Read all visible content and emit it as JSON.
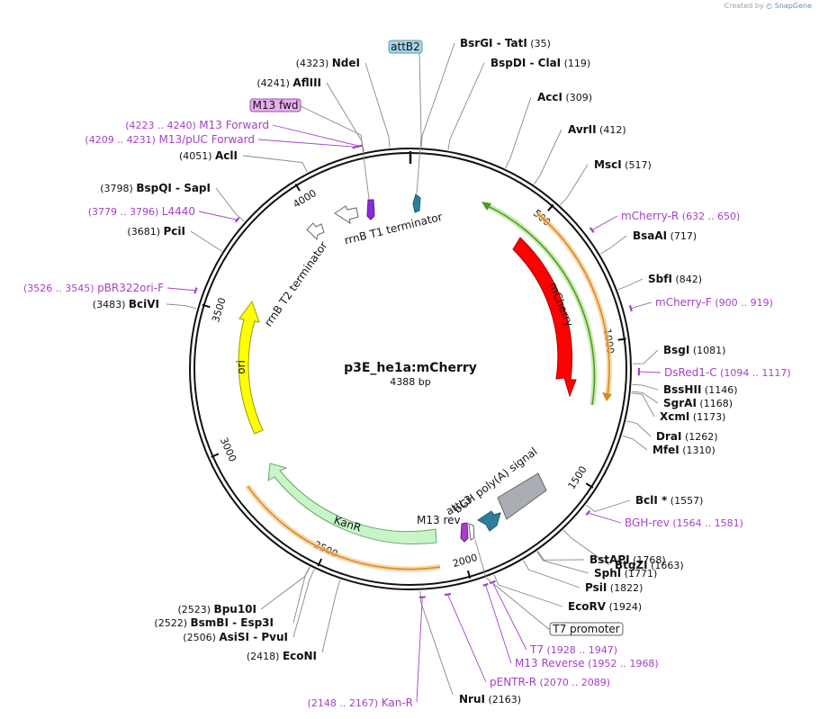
{
  "watermark": {
    "prefix": "Created by",
    "brand": "SnapGene"
  },
  "plasmid": {
    "name": "p3E_he1a:mCherry",
    "length_label": "4388 bp",
    "length": 4388
  },
  "ticks": [
    {
      "pos": 500,
      "label": "500"
    },
    {
      "pos": 1000,
      "label": "1000"
    },
    {
      "pos": 1500,
      "label": "1500"
    },
    {
      "pos": 2000,
      "label": "2000"
    },
    {
      "pos": 2500,
      "label": "2500"
    },
    {
      "pos": 3000,
      "label": "3000"
    },
    {
      "pos": 3500,
      "label": "3500"
    },
    {
      "pos": 4000,
      "label": "4000"
    }
  ],
  "enzymes": [
    {
      "name": "BsrGI",
      "name2": "TatI",
      "pos_label": "(35)",
      "pos": 35,
      "side": "right"
    },
    {
      "name": "BspDI",
      "name2": "ClaI",
      "pos_label": "(119)",
      "pos": 119,
      "side": "right"
    },
    {
      "name": "AccI",
      "pos_label": "(309)",
      "pos": 309,
      "side": "right"
    },
    {
      "name": "AvrII",
      "pos_label": "(412)",
      "pos": 412,
      "side": "right"
    },
    {
      "name": "MscI",
      "pos_label": "(517)",
      "pos": 517,
      "side": "right"
    },
    {
      "name": "BsaAI",
      "pos_label": "(717)",
      "pos": 717,
      "side": "right"
    },
    {
      "name": "SbfI",
      "pos_label": "(842)",
      "pos": 842,
      "side": "right"
    },
    {
      "name": "BsgI",
      "pos_label": "(1081)",
      "pos": 1081,
      "side": "right"
    },
    {
      "name": "BssHII",
      "pos_label": "(1146)",
      "pos": 1146,
      "side": "right"
    },
    {
      "name": "SgrAI",
      "pos_label": "(1168)",
      "pos": 1168,
      "side": "right"
    },
    {
      "name": "XcmI",
      "pos_label": "(1173)",
      "pos": 1173,
      "side": "right"
    },
    {
      "name": "DraI",
      "pos_label": "(1262)",
      "pos": 1262,
      "side": "right"
    },
    {
      "name": "MfeI",
      "pos_label": "(1310)",
      "pos": 1310,
      "side": "right"
    },
    {
      "name": "BclI *",
      "pos_label": "(1557)",
      "pos": 1557,
      "side": "right"
    },
    {
      "name": "BtgZI",
      "pos_label": "(1663)",
      "pos": 1663,
      "side": "right"
    },
    {
      "name": "BstAPI",
      "pos_label": "(1768)",
      "pos": 1768,
      "side": "right"
    },
    {
      "name": "SphI",
      "pos_label": "(1771)",
      "pos": 1771,
      "side": "right"
    },
    {
      "name": "PsiI",
      "pos_label": "(1822)",
      "pos": 1822,
      "side": "right"
    },
    {
      "name": "EcoRV",
      "pos_label": "(1924)",
      "pos": 1924,
      "side": "right"
    },
    {
      "name": "NruI",
      "pos_label": "(2163)",
      "pos": 2163,
      "side": "right"
    },
    {
      "name": "EcoNI",
      "pos_label": "(2418)",
      "pos": 2418,
      "side": "left"
    },
    {
      "name": "AsiSI",
      "name2": "PvuI",
      "pos_label": "(2506)",
      "pos": 2506,
      "side": "left"
    },
    {
      "name": "BsmBI",
      "name2": "Esp3I",
      "pos_label": "(2522)",
      "pos": 2522,
      "side": "left"
    },
    {
      "name": "Bpu10I",
      "pos_label": "(2523)",
      "pos": 2523,
      "side": "left"
    },
    {
      "name": "BciVI",
      "pos_label": "(3483)",
      "pos": 3483,
      "side": "left"
    },
    {
      "name": "PciI",
      "pos_label": "(3681)",
      "pos": 3681,
      "side": "left"
    },
    {
      "name": "BspQI",
      "name2": "SapI",
      "pos_label": "(3798)",
      "pos": 3798,
      "side": "left"
    },
    {
      "name": "AclI",
      "pos_label": "(4051)",
      "pos": 4051,
      "side": "left"
    },
    {
      "name": "AflIII",
      "pos_label": "(4241)",
      "pos": 4241,
      "side": "left"
    },
    {
      "name": "NdeI",
      "pos_label": "(4323)",
      "pos": 4323,
      "side": "left"
    }
  ],
  "primers": [
    {
      "name": "mCherry-R",
      "range_label": "(632 .. 650)",
      "start": 632,
      "end": 650,
      "side": "right"
    },
    {
      "name": "mCherry-F",
      "range_label": "(900 .. 919)",
      "start": 900,
      "end": 919,
      "side": "right"
    },
    {
      "name": "DsRed1-C",
      "range_label": "(1094 .. 1117)",
      "start": 1094,
      "end": 1117,
      "side": "right"
    },
    {
      "name": "BGH-rev",
      "range_label": "(1564 .. 1581)",
      "start": 1564,
      "end": 1581,
      "side": "right"
    },
    {
      "name": "T7",
      "range_label": "(1928 .. 1947)",
      "start": 1928,
      "end": 1947,
      "side": "right"
    },
    {
      "name": "M13 Reverse",
      "range_label": "(1952 .. 1968)",
      "start": 1952,
      "end": 1968,
      "side": "right"
    },
    {
      "name": "pENTR-R",
      "range_label": "(2070 .. 2089)",
      "start": 2070,
      "end": 2089,
      "side": "right"
    },
    {
      "name": "Kan-R",
      "range_label": "(2148 .. 2167)",
      "start": 2148,
      "end": 2167,
      "side": "left"
    },
    {
      "name": "pBR322ori-F",
      "range_label": "(3526 .. 3545)",
      "start": 3526,
      "end": 3545,
      "side": "left"
    },
    {
      "name": "L4440",
      "range_label": "(3779 .. 3796)",
      "start": 3779,
      "end": 3796,
      "side": "left"
    },
    {
      "name": "M13/pUC Forward",
      "range_label": "(4209 .. 4231)",
      "start": 4209,
      "end": 4231,
      "side": "left"
    },
    {
      "name": "M13 Forward",
      "range_label": "(4223 .. 4240)",
      "start": 4223,
      "end": 4240,
      "side": "left"
    }
  ],
  "boxed_labels": [
    {
      "name": "attB2",
      "color": "#a8d4e6",
      "border": "#5a9ab8"
    },
    {
      "name": "M13 fwd",
      "color": "#e6b0f0",
      "border": "#9a50b0"
    },
    {
      "name": "T7 promoter",
      "color": "#ffffff",
      "border": "#666666"
    }
  ],
  "features": [
    {
      "name": "mCherry",
      "color": "#ff0000",
      "border": "#aa0000",
      "label_color": "#ffffff"
    },
    {
      "name": "KanR",
      "color": "#c8f5c8",
      "border": "#6aa86a",
      "label_color": "#111111"
    },
    {
      "name": "ori",
      "color": "#ffff00",
      "border": "#999900",
      "label_color": "#111111"
    },
    {
      "name": "rrnB T1 terminator",
      "color": "#ffffff",
      "border": "#666666",
      "label_color": "#111111"
    },
    {
      "name": "rrnB T2 terminator",
      "color": "#ffffff",
      "border": "#666666",
      "label_color": "#111111"
    },
    {
      "name": "bGH poly(A) signal",
      "color": "#a8aeb4",
      "border": "#666666",
      "label_color": "#111111"
    },
    {
      "name": "attL3",
      "color": "#2e7e9a",
      "border": "#1a5a70",
      "label_color": "#111111"
    },
    {
      "name": "M13 rev",
      "color": "#a640c8",
      "border": "#6a2080",
      "label_color": "#111111"
    }
  ],
  "colors": {
    "primer": "#a640c8",
    "orf_orange": "#f5a623",
    "orf_green": "#5fb32a",
    "backbone": "#111111",
    "attB2_marker": "#2e7e9a",
    "m13fwd_marker": "#8a2be2"
  }
}
